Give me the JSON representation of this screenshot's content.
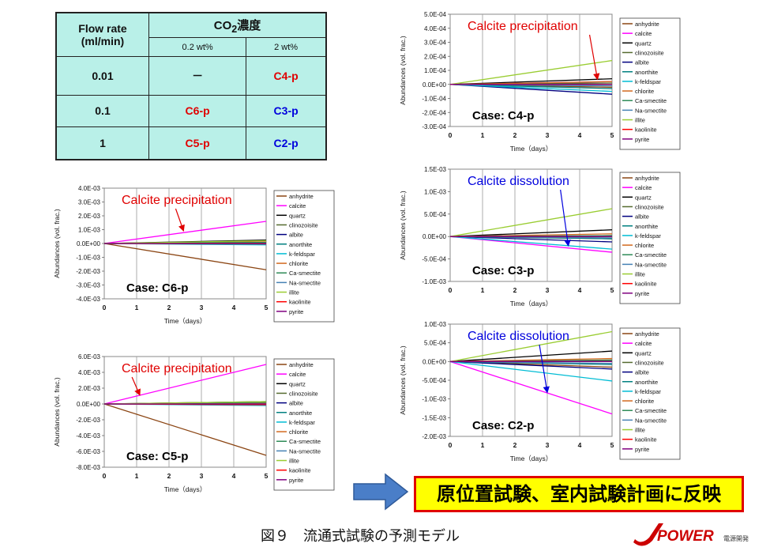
{
  "table": {
    "flow_header": "Flow rate (ml/min)",
    "conc_prefix": "CO",
    "conc_sub": "2",
    "conc_suffix": "濃度",
    "col_low": "0.2 wt%",
    "col_high": "2 wt%",
    "rows": [
      {
        "rate": "0.01",
        "low": "－",
        "high": "C4-p"
      },
      {
        "rate": "0.1",
        "low": "C6-p",
        "high": "C3-p"
      },
      {
        "rate": "1",
        "low": "C5-p",
        "high": "C2-p"
      }
    ],
    "colors": {
      "red": "#e00000",
      "blue": "#0000dd"
    }
  },
  "arrow_color": "#4a7ec8",
  "plan_label": "原位置試験、室内試験計画に反映",
  "caption": "図９　流通式試験の予測モデル",
  "logo": {
    "main": "POWER",
    "small": "電源開発",
    "color": "#cc0000"
  },
  "chart_data": [
    {
      "id": "c6p",
      "type": "line",
      "case_label": "Case: C6-p",
      "annotation": {
        "text": "Calcite precipitation",
        "color": "#e00000",
        "arrow_color": "#e00000",
        "x": 2.45,
        "y": 0.0009
      },
      "xlabel": "Time（days）",
      "ylabel": "Abundances (vol. frac.)",
      "xlim": [
        0,
        5
      ],
      "ylim": [
        -0.004,
        0.004
      ],
      "yticks_step": 0.001,
      "yticks": [
        "4.0E-03",
        "3.0E-03",
        "2.0E-03",
        "1.0E-03",
        "0.0E+00",
        "-1.0E-03",
        "-2.0E-03",
        "-3.0E-03",
        "-4.0E-03"
      ],
      "xticks": [
        "0",
        "1",
        "2",
        "3",
        "4",
        "5"
      ],
      "x": [
        0,
        5
      ],
      "series": [
        {
          "name": "anhydrite",
          "color": "#8b4513",
          "values": [
            0,
            -0.0019
          ]
        },
        {
          "name": "calcite",
          "color": "#ff00ff",
          "values": [
            0,
            0.0016
          ]
        },
        {
          "name": "quartz",
          "color": "#000000",
          "values": [
            0,
            0.00025
          ]
        },
        {
          "name": "clinozoisite",
          "color": "#556b2f",
          "values": [
            0,
            5e-05
          ]
        },
        {
          "name": "albite",
          "color": "#000080",
          "values": [
            0,
            -5e-05
          ]
        },
        {
          "name": "anorthite",
          "color": "#008080",
          "values": [
            0,
            0.0
          ]
        },
        {
          "name": "k-feldspar",
          "color": "#00bcd4",
          "values": [
            0,
            -0.0001
          ]
        },
        {
          "name": "chlorite",
          "color": "#d2691e",
          "values": [
            0,
            0.00012
          ]
        },
        {
          "name": "Ca-smectite",
          "color": "#2e8b57",
          "values": [
            0,
            8e-05
          ]
        },
        {
          "name": "Na-smectite",
          "color": "#4682b4",
          "values": [
            0,
            0.0
          ]
        },
        {
          "name": "illite",
          "color": "#9acd32",
          "values": [
            0,
            0.0002
          ]
        },
        {
          "name": "kaolinite",
          "color": "#ff0000",
          "values": [
            0,
            -3e-05
          ]
        },
        {
          "name": "pyrite",
          "color": "#800080",
          "values": [
            0,
            0.0
          ]
        }
      ]
    },
    {
      "id": "c5p",
      "type": "line",
      "case_label": "Case: C5-p",
      "annotation": {
        "text": "Calcite precipitation",
        "color": "#e00000",
        "arrow_color": "#e00000",
        "x": 1.1,
        "y": 0.0011
      },
      "xlabel": "Time（days）",
      "ylabel": "Abundances (vol. frac.)",
      "xlim": [
        0,
        5
      ],
      "ylim": [
        -0.008,
        0.006
      ],
      "yticks_step": 0.002,
      "yticks": [
        "6.0E-03",
        "4.0E-03",
        "2.0E-03",
        "0.0E+00",
        "-2.0E-03",
        "-4.0E-03",
        "-6.0E-03",
        "-8.0E-03"
      ],
      "xticks": [
        "0",
        "1",
        "2",
        "3",
        "4",
        "5"
      ],
      "x": [
        0,
        5
      ],
      "series": [
        {
          "name": "anhydrite",
          "color": "#8b4513",
          "values": [
            0,
            -0.0065
          ]
        },
        {
          "name": "calcite",
          "color": "#ff00ff",
          "values": [
            0,
            0.005
          ]
        },
        {
          "name": "quartz",
          "color": "#000000",
          "values": [
            0,
            0.0003
          ]
        },
        {
          "name": "clinozoisite",
          "color": "#556b2f",
          "values": [
            0,
            0.0001
          ]
        },
        {
          "name": "albite",
          "color": "#000080",
          "values": [
            0,
            -0.0001
          ]
        },
        {
          "name": "anorthite",
          "color": "#008080",
          "values": [
            0,
            0.0
          ]
        },
        {
          "name": "k-feldspar",
          "color": "#00bcd4",
          "values": [
            0,
            -0.0002
          ]
        },
        {
          "name": "chlorite",
          "color": "#d2691e",
          "values": [
            0,
            0.0001
          ]
        },
        {
          "name": "Ca-smectite",
          "color": "#2e8b57",
          "values": [
            0,
            0.0002
          ]
        },
        {
          "name": "Na-smectite",
          "color": "#4682b4",
          "values": [
            0,
            0.0
          ]
        },
        {
          "name": "illite",
          "color": "#9acd32",
          "values": [
            0,
            0.0003
          ]
        },
        {
          "name": "kaolinite",
          "color": "#ff0000",
          "values": [
            0,
            -0.0001
          ]
        },
        {
          "name": "pyrite",
          "color": "#800080",
          "values": [
            0,
            0.0
          ]
        }
      ]
    },
    {
      "id": "c4p",
      "type": "line",
      "case_label": "Case: C4-p",
      "annotation": {
        "text": "Calcite precipitation",
        "color": "#e00000",
        "arrow_color": "#e00000",
        "x": 4.55,
        "y": 3.5e-05
      },
      "xlabel": "Time（days）",
      "ylabel": "Abundances (vol. frac.)",
      "xlim": [
        0,
        5
      ],
      "ylim": [
        -0.0003,
        0.0005
      ],
      "yticks_step": 0.0001,
      "yticks": [
        "5.0E-04",
        "4.0E-04",
        "3.0E-04",
        "2.0E-04",
        "1.0E-04",
        "0.0E+00",
        "-1.0E-04",
        "-2.0E-04",
        "-3.0E-04"
      ],
      "xticks": [
        "0",
        "1",
        "2",
        "3",
        "4",
        "5"
      ],
      "x": [
        0,
        5
      ],
      "series": [
        {
          "name": "anhydrite",
          "color": "#8b4513",
          "values": [
            0,
            -2e-05
          ]
        },
        {
          "name": "calcite",
          "color": "#ff00ff",
          "values": [
            0,
            2e-05
          ]
        },
        {
          "name": "quartz",
          "color": "#000000",
          "values": [
            0,
            4e-05
          ]
        },
        {
          "name": "clinozoisite",
          "color": "#556b2f",
          "values": [
            0,
            1e-05
          ]
        },
        {
          "name": "albite",
          "color": "#000080",
          "values": [
            0,
            -7e-05
          ]
        },
        {
          "name": "anorthite",
          "color": "#008080",
          "values": [
            0,
            -3e-05
          ]
        },
        {
          "name": "k-feldspar",
          "color": "#00bcd4",
          "values": [
            0,
            -5e-05
          ]
        },
        {
          "name": "chlorite",
          "color": "#d2691e",
          "values": [
            0,
            2e-05
          ]
        },
        {
          "name": "Ca-smectite",
          "color": "#2e8b57",
          "values": [
            0,
            0.0
          ]
        },
        {
          "name": "Na-smectite",
          "color": "#4682b4",
          "values": [
            0,
            -1e-05
          ]
        },
        {
          "name": "illite",
          "color": "#9acd32",
          "values": [
            0,
            0.00017
          ]
        },
        {
          "name": "kaolinite",
          "color": "#ff0000",
          "values": [
            0,
            0.0
          ]
        },
        {
          "name": "pyrite",
          "color": "#800080",
          "values": [
            0,
            0.0
          ]
        }
      ]
    },
    {
      "id": "c3p",
      "type": "line",
      "case_label": "Case: C3-p",
      "annotation": {
        "text": "Calcite dissolution",
        "color": "#0000dd",
        "arrow_color": "#0000dd",
        "x": 3.65,
        "y": -0.00021
      },
      "xlabel": "Time（days）",
      "ylabel": "Abundances (vol. frac.)",
      "xlim": [
        0,
        5
      ],
      "ylim": [
        -0.001,
        0.0015
      ],
      "yticks_step": 0.0005,
      "yticks": [
        "1.5E-03",
        "1.0E-03",
        "5.0E-04",
        "0.0E+00",
        "-5.0E-04",
        "-1.0E-03"
      ],
      "xticks": [
        "0",
        "1",
        "2",
        "3",
        "4",
        "5"
      ],
      "x": [
        0,
        5
      ],
      "series": [
        {
          "name": "anhydrite",
          "color": "#8b4513",
          "values": [
            0,
            -5e-05
          ]
        },
        {
          "name": "calcite",
          "color": "#ff00ff",
          "values": [
            0,
            -0.00035
          ]
        },
        {
          "name": "quartz",
          "color": "#000000",
          "values": [
            0,
            0.00015
          ]
        },
        {
          "name": "clinozoisite",
          "color": "#556b2f",
          "values": [
            0,
            2e-05
          ]
        },
        {
          "name": "albite",
          "color": "#000080",
          "values": [
            0,
            -0.00012
          ]
        },
        {
          "name": "anorthite",
          "color": "#008080",
          "values": [
            0,
            -5e-05
          ]
        },
        {
          "name": "k-feldspar",
          "color": "#00bcd4",
          "values": [
            0,
            -0.00028
          ]
        },
        {
          "name": "chlorite",
          "color": "#d2691e",
          "values": [
            0,
            6e-05
          ]
        },
        {
          "name": "Ca-smectite",
          "color": "#2e8b57",
          "values": [
            0,
            2e-05
          ]
        },
        {
          "name": "Na-smectite",
          "color": "#4682b4",
          "values": [
            0,
            -3e-05
          ]
        },
        {
          "name": "illite",
          "color": "#9acd32",
          "values": [
            0,
            0.00062
          ]
        },
        {
          "name": "kaolinite",
          "color": "#ff0000",
          "values": [
            0,
            0.0
          ]
        },
        {
          "name": "pyrite",
          "color": "#800080",
          "values": [
            0,
            0.0
          ]
        }
      ]
    },
    {
      "id": "c2p",
      "type": "line",
      "case_label": "Case: C2-p",
      "annotation": {
        "text": "Calcite dissolution",
        "color": "#0000dd",
        "arrow_color": "#0000dd",
        "x": 3.0,
        "y": -0.00083
      },
      "xlabel": "Time（days）",
      "ylabel": "Abundances (vol. frac.)",
      "xlim": [
        0,
        5
      ],
      "ylim": [
        -0.002,
        0.001
      ],
      "yticks_step": 0.0005,
      "yticks": [
        "1.0E-03",
        "5.0E-04",
        "0.0E+00",
        "-5.0E-04",
        "-1.0E-03",
        "-1.5E-03",
        "-2.0E-03"
      ],
      "xticks": [
        "0",
        "1",
        "2",
        "3",
        "4",
        "5"
      ],
      "x": [
        0,
        5
      ],
      "series": [
        {
          "name": "anhydrite",
          "color": "#8b4513",
          "values": [
            0,
            -0.00015
          ]
        },
        {
          "name": "calcite",
          "color": "#ff00ff",
          "values": [
            0,
            -0.0014
          ]
        },
        {
          "name": "quartz",
          "color": "#000000",
          "values": [
            0,
            0.00028
          ]
        },
        {
          "name": "clinozoisite",
          "color": "#556b2f",
          "values": [
            0,
            4e-05
          ]
        },
        {
          "name": "albite",
          "color": "#000080",
          "values": [
            0,
            -0.0002
          ]
        },
        {
          "name": "anorthite",
          "color": "#008080",
          "values": [
            0,
            -8e-05
          ]
        },
        {
          "name": "k-feldspar",
          "color": "#00bcd4",
          "values": [
            0,
            -0.00052
          ]
        },
        {
          "name": "chlorite",
          "color": "#d2691e",
          "values": [
            0,
            8e-05
          ]
        },
        {
          "name": "Ca-smectite",
          "color": "#2e8b57",
          "values": [
            0,
            3e-05
          ]
        },
        {
          "name": "Na-smectite",
          "color": "#4682b4",
          "values": [
            0,
            -5e-05
          ]
        },
        {
          "name": "illite",
          "color": "#9acd32",
          "values": [
            0,
            0.0008
          ]
        },
        {
          "name": "kaolinite",
          "color": "#ff0000",
          "values": [
            0,
            0.0
          ]
        },
        {
          "name": "pyrite",
          "color": "#800080",
          "values": [
            0,
            0.0
          ]
        }
      ]
    }
  ]
}
